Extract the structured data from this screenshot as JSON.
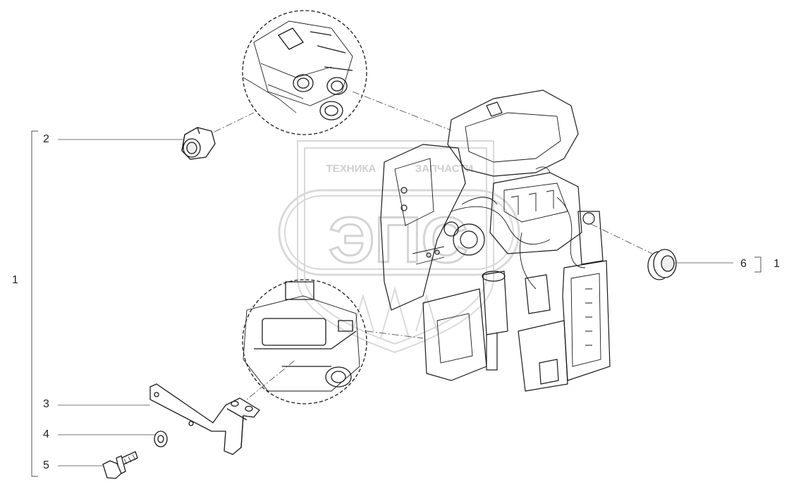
{
  "diagram": {
    "callouts": {
      "group_left": "1",
      "nut": "2",
      "bracket": "3",
      "washer": "4",
      "bolt": "5",
      "grommet": "6",
      "group_right": "1"
    },
    "watermark": {
      "left_text": "ТЕХНИКА",
      "right_text": "ЗАПЧАСТИ",
      "logo_text": "ЭПС"
    }
  },
  "colors": {
    "line": "#1a1a1a",
    "leader": "#555555",
    "watermark": "#d8d8d8",
    "part_fill": "#ffffff"
  }
}
